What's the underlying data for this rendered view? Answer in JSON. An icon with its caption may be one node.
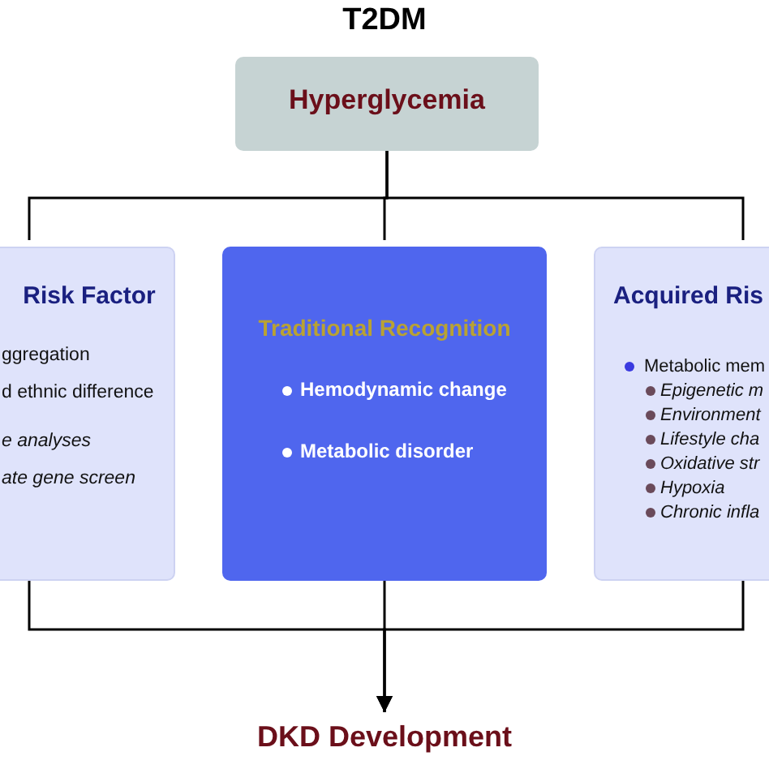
{
  "diagram": {
    "title": "T2DM",
    "nodes": [
      {
        "text": [
          "Hyperglycemia"
        ]
      },
      {
        "text": [
          "Risk Factor",
          "ggregation",
          "d ethnic difference",
          "e analyses",
          "ate gene screen"
        ]
      },
      {
        "text": [
          "Traditional Recognition",
          "Hemodynamic change",
          "Metabolic disorder"
        ]
      },
      {
        "text": [
          "Acquired Ris",
          "Metabolic mem",
          "Epigenetic m",
          "Environment",
          "Lifestyle cha",
          "Oxidative str",
          "Hypoxia",
          "Chronic infla"
        ]
      },
      {
        "text": [
          "DKD Development"
        ]
      }
    ],
    "edges": [
      {
        "from": 0,
        "to": 1,
        "arrow": "none"
      },
      {
        "from": 0,
        "to": 2,
        "arrow": "none"
      },
      {
        "from": 0,
        "to": 3,
        "arrow": "none"
      },
      {
        "from": 1,
        "to": 4,
        "arrow": "to"
      },
      {
        "from": 2,
        "to": 4,
        "arrow": "to"
      },
      {
        "from": 3,
        "to": 4,
        "arrow": "to"
      }
    ]
  }
}
